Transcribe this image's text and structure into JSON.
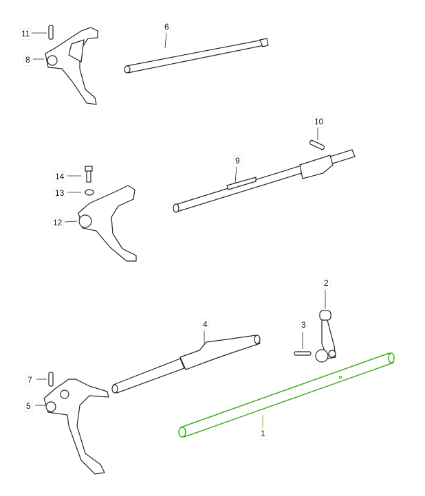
{
  "diagram": {
    "highlight_color": "#3cb018",
    "selected_part": "1",
    "callouts": [
      "11",
      "8",
      "6",
      "10",
      "9",
      "14",
      "13",
      "12",
      "2",
      "4",
      "3",
      "7",
      "5",
      "1"
    ]
  }
}
